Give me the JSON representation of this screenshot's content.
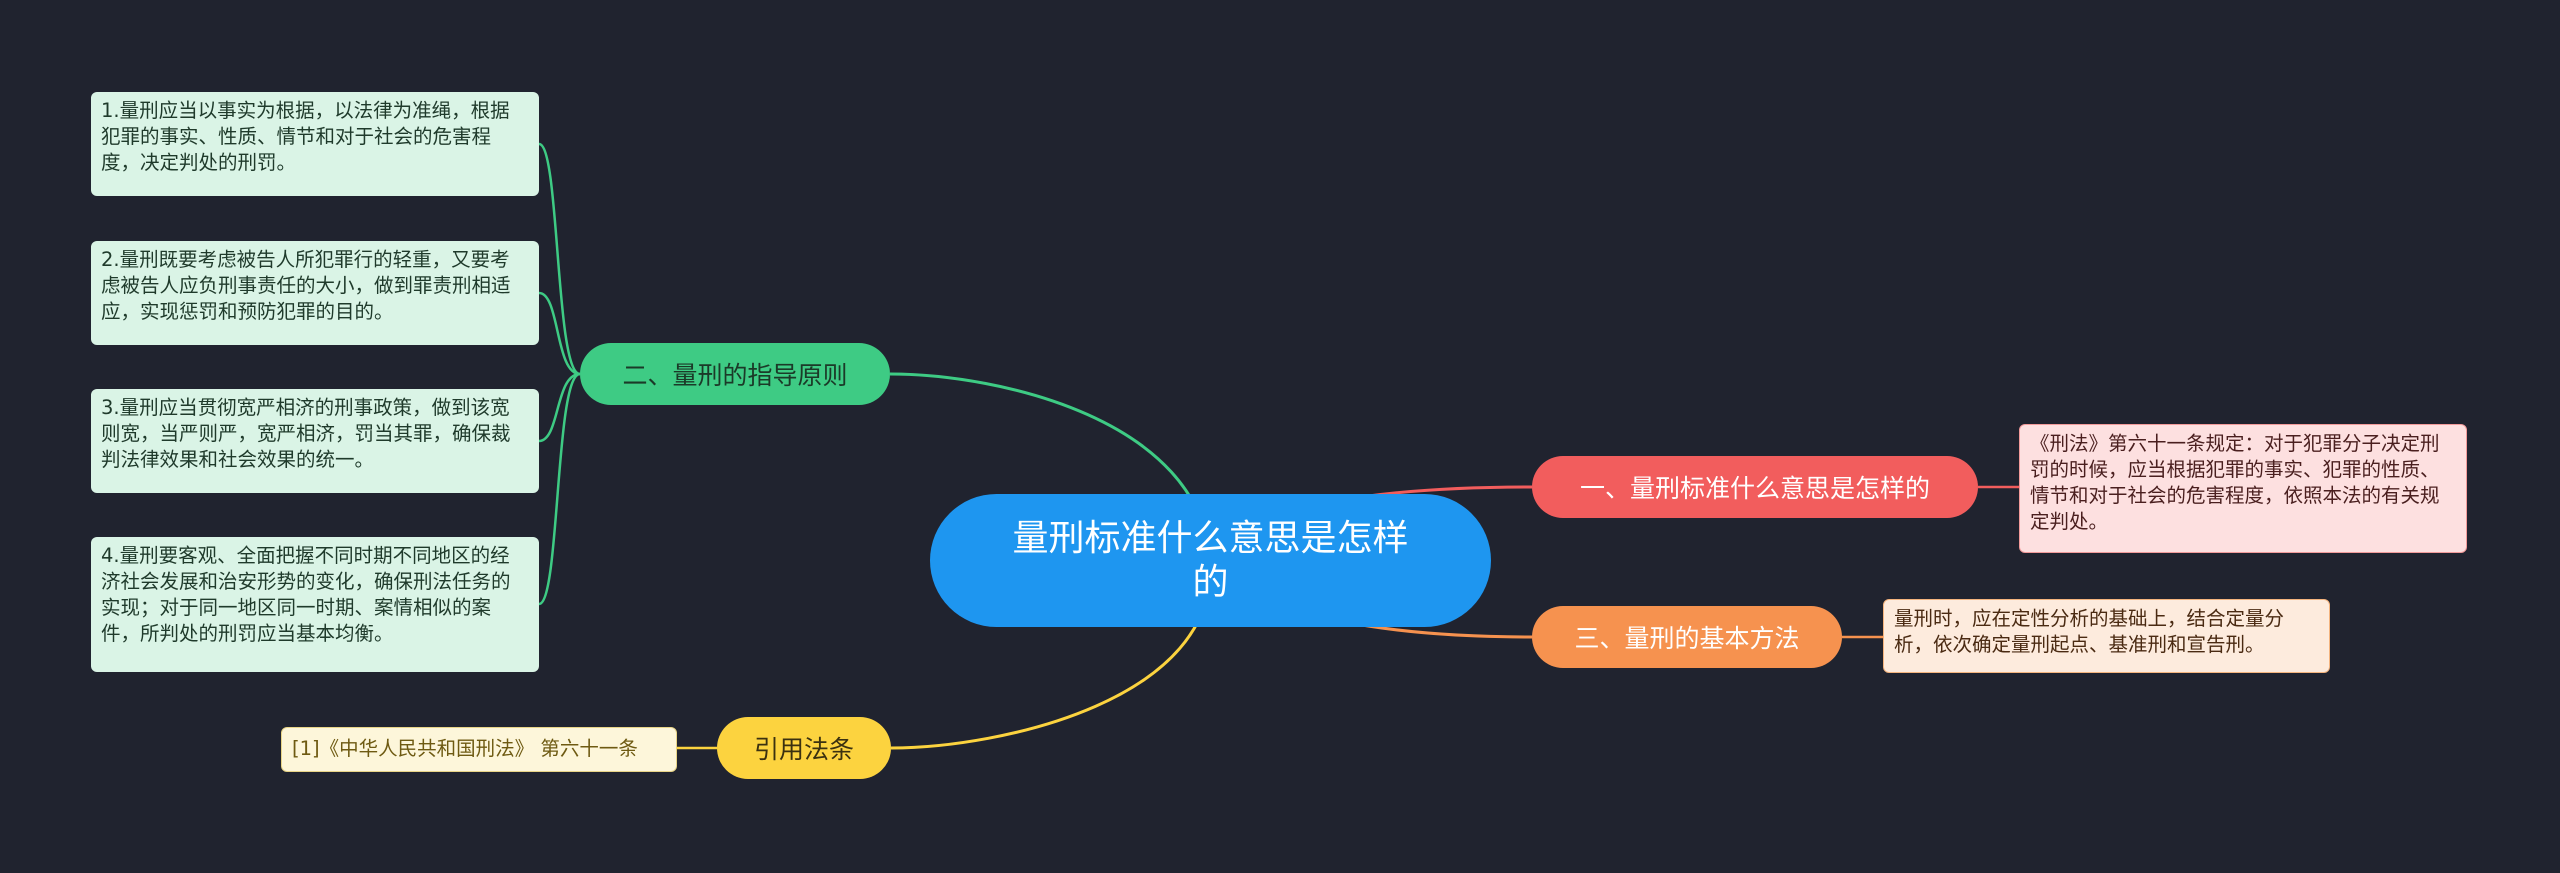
{
  "root": {
    "label": "量刑标准什么意思是怎样的"
  },
  "branches": {
    "guide": {
      "label": "二、量刑的指导原则",
      "color": "#3ecb84",
      "items": [
        "1.量刑应当以事实为根据，以法律为准绳，根据犯罪的事实、性质、情节和对于社会的危害程度，决定判处的刑罚。",
        "2.量刑既要考虑被告人所犯罪行的轻重，又要考虑被告人应负刑事责任的大小，做到罪责刑相适应，实现惩罚和预防犯罪的目的。",
        "3.量刑应当贯彻宽严相济的刑事政策，做到该宽则宽，当严则严，宽严相济，罚当其罪，确保裁判法律效果和社会效果的统一。",
        "4.量刑要客观、全面把握不同时期不同地区的经济社会发展和治安形势的变化，确保刑法任务的实现；对于同一地区同一时期、案情相似的案件，所判处的刑罚应当基本均衡。"
      ]
    },
    "standard": {
      "label": "一、量刑标准什么意思是怎样的",
      "color": "#f25d5d",
      "detail": "《刑法》第六十一条规定：对于犯罪分子决定刑罚的时候，应当根据犯罪的事实、犯罪的性质、情节和对于社会的危害程度，依照本法的有关规定判处。"
    },
    "method": {
      "label": "三、量刑的基本方法",
      "color": "#f6924f",
      "detail": "量刑时，应在定性分析的基础上，结合定量分析，依次确定量刑起点、基准刑和宣告刑。"
    },
    "cite": {
      "label": "引用法条",
      "color": "#fcd33f",
      "detail": "[1]《中华人民共和国刑法》 第六十一条"
    }
  }
}
